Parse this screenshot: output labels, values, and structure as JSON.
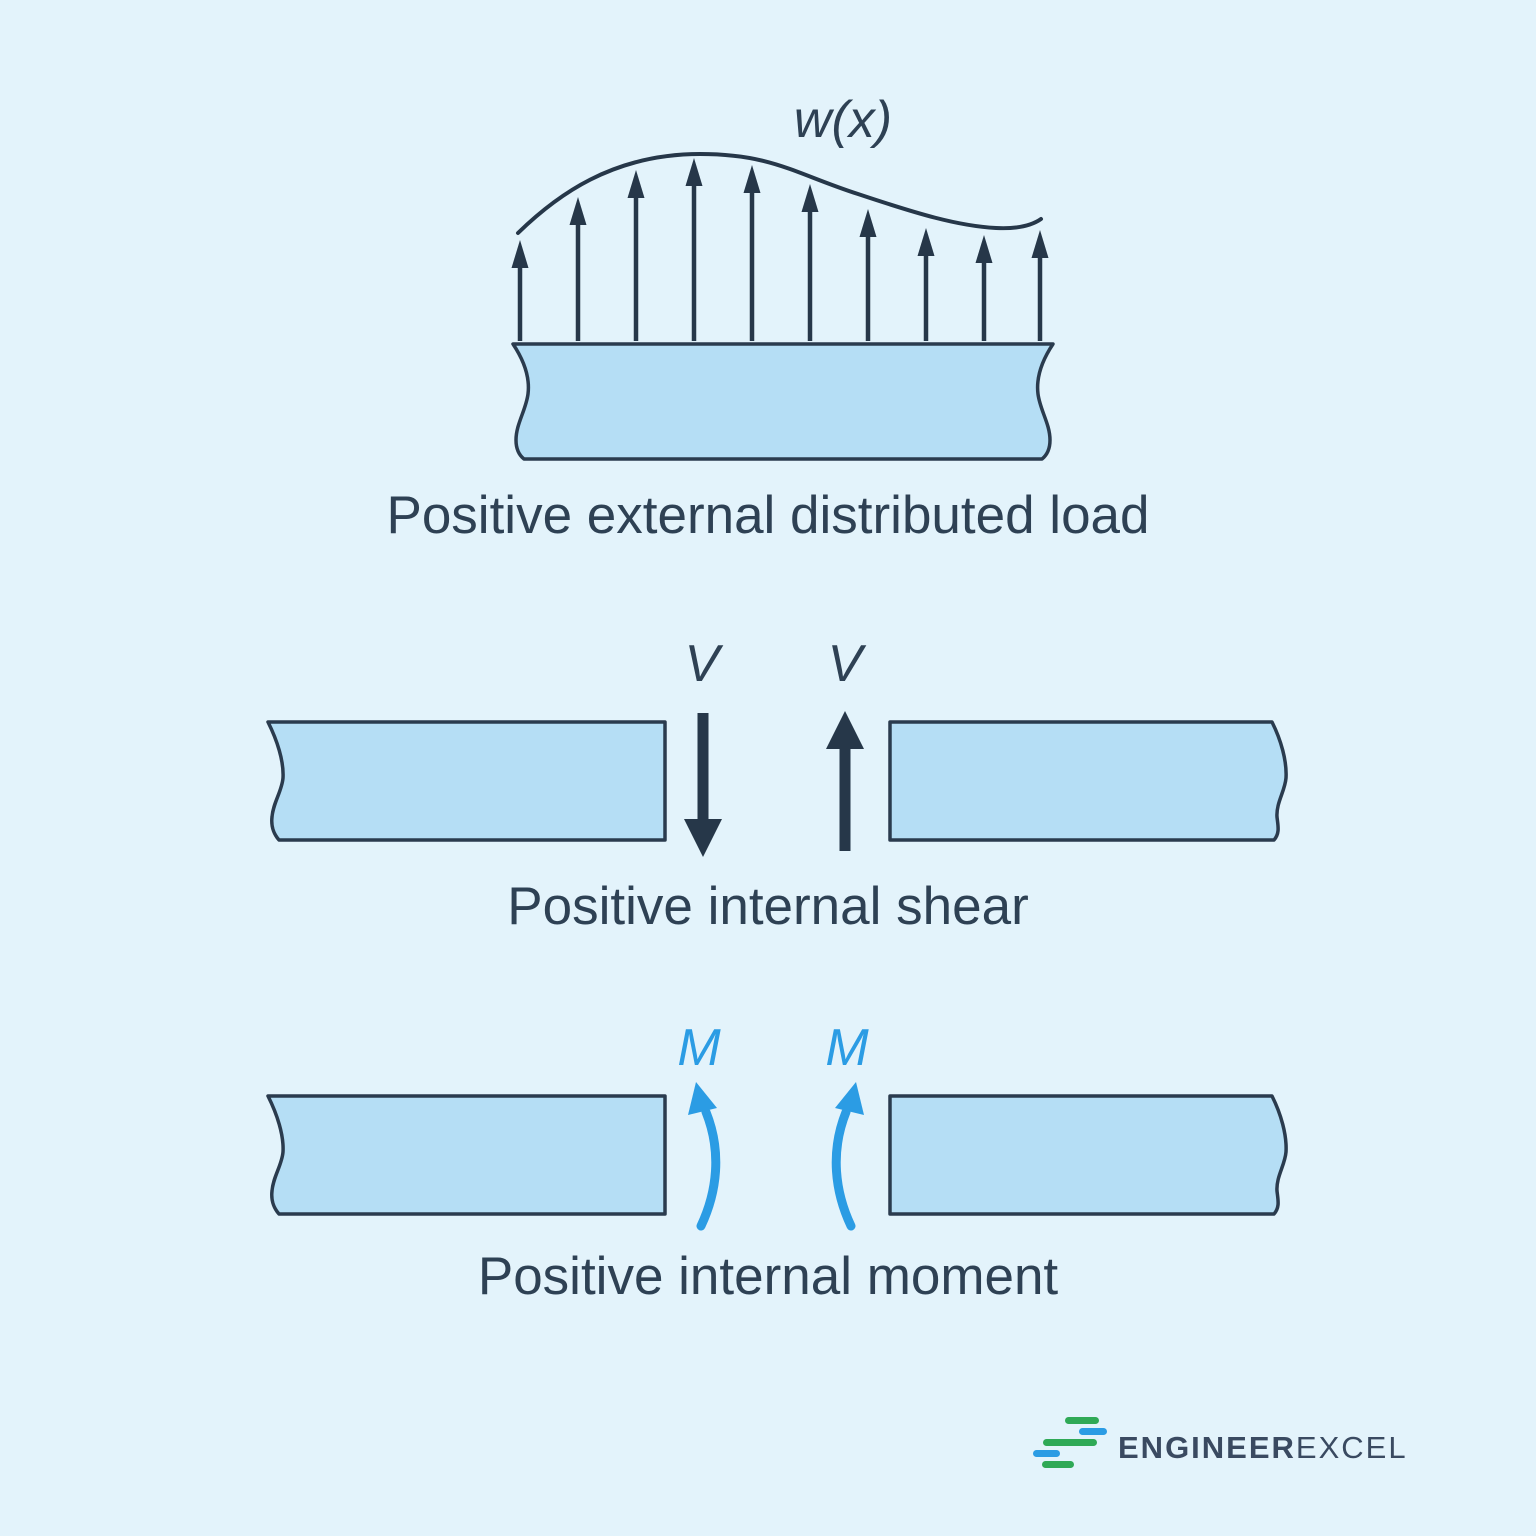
{
  "colors": {
    "background": "#e3f3fb",
    "beam_fill": "#b5def5",
    "line_dark": "#2a3b4e",
    "arrow_dark": "#263749",
    "text_dark": "#2e4154",
    "accent_blue": "#2b9ce4",
    "logo_green": "#2fa956",
    "logo_text": "#3a4a61"
  },
  "figures": {
    "distributed_load": {
      "load_label": "w(x)",
      "caption": "Positive external distributed load",
      "arrow_count": 10,
      "arrow_direction": "up"
    },
    "internal_shear": {
      "left_shear_label": "V",
      "right_shear_label": "V",
      "left_arrow_direction": "down",
      "right_arrow_direction": "up",
      "caption": "Positive internal shear"
    },
    "internal_moment": {
      "left_moment_label": "M",
      "right_moment_label": "M",
      "left_moment_sense": "counterclockwise",
      "right_moment_sense": "clockwise",
      "caption": "Positive internal moment"
    }
  },
  "logo": {
    "brand_primary": "ENGINEER",
    "brand_secondary": "EXCEL"
  }
}
